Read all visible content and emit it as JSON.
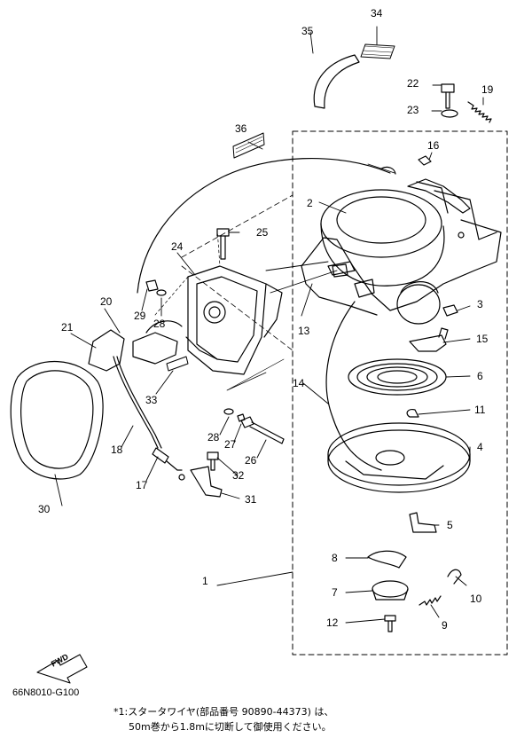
{
  "diagram": {
    "callouts": {
      "c1": "1",
      "c2": "2",
      "c3": "3",
      "c4": "4",
      "c5": "5",
      "c6": "6",
      "c7": "7",
      "c8": "8",
      "c9": "9",
      "c10": "10",
      "c11": "11",
      "c12": "12",
      "c13": "13",
      "c14": "14",
      "c15": "15",
      "c16": "16",
      "c17": "17",
      "c18": "18",
      "c19": "19",
      "c20": "20",
      "c21": "21",
      "c22": "22",
      "c23": "23",
      "c24": "24",
      "c25": "25",
      "c26": "26",
      "c27": "27",
      "c28a": "28",
      "c28b": "28",
      "c29": "29",
      "c30": "30",
      "c31": "31",
      "c32": "32",
      "c33": "33",
      "c34": "34",
      "c35": "35",
      "c36": "36"
    },
    "fwd_label": "FWD",
    "drawing_code": "66N8010-G100",
    "footnote_line1": "*1:スタータワイヤ(部品番号 90890-44373) は、",
    "footnote_line2": "50m巻から1.8mに切断して御使用ください。"
  }
}
